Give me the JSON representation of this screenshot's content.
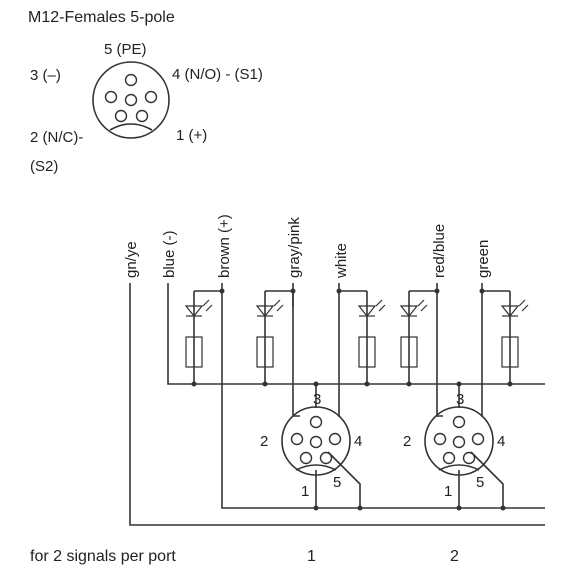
{
  "title": "M12-Females  5-pole",
  "pinout": {
    "pin5": "5 (PE)",
    "pin3": "3 (–)",
    "pin4": "4  (N/O) - (S1)",
    "pin2a": "2  (N/C)-",
    "pin2b": "(S2)",
    "pin1": "1 (+)"
  },
  "wires": [
    "gn/ye",
    "blue  (-)",
    "brown  (+)",
    "gray/pink",
    "white",
    "red/blue",
    "green"
  ],
  "ports": [
    {
      "num": "1",
      "pin1": "1",
      "pin2": "2",
      "pin3": "3",
      "pin4": "4",
      "pin5": "5"
    },
    {
      "num": "2",
      "pin1": "1",
      "pin2": "2",
      "pin3": "3",
      "pin4": "4",
      "pin5": "5"
    }
  ],
  "footer": "for 2 signals per port"
}
